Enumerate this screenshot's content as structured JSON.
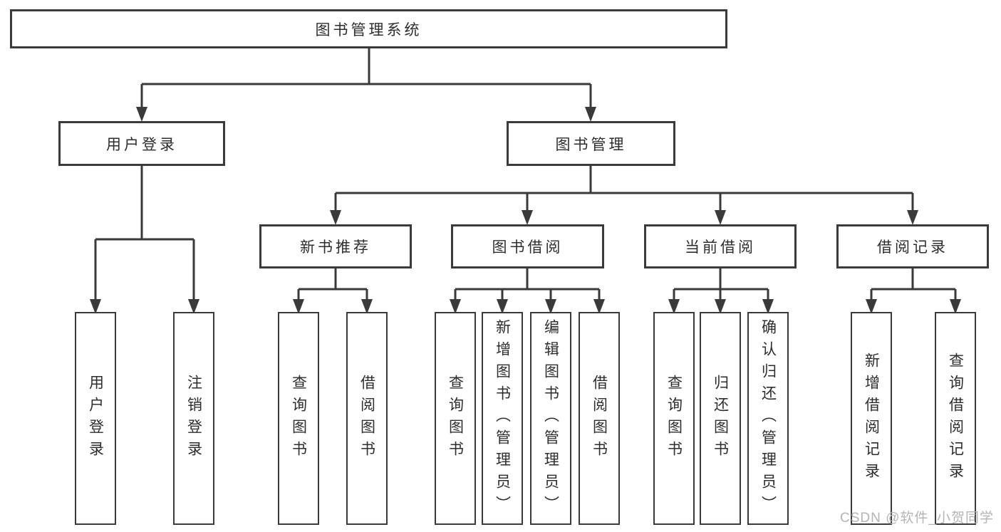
{
  "tree": {
    "root": "图书管理系统",
    "children": [
      {
        "label": "用户登录",
        "children": [
          "用户登录",
          "注销登录"
        ]
      },
      {
        "label": "图书管理",
        "children": [
          {
            "label": "新书推荐",
            "children": [
              "查询图书",
              "借阅图书"
            ]
          },
          {
            "label": "图书借阅",
            "children": [
              "查询图书",
              "新增图书（管理员）",
              "编辑图书（管理员）",
              "借阅图书"
            ]
          },
          {
            "label": "当前借阅",
            "children": [
              "查询图书",
              "归还图书",
              "确认归还（管理员）"
            ]
          },
          {
            "label": "借阅记录",
            "children": [
              "新增借阅记录",
              "查询借阅记录"
            ]
          }
        ]
      }
    ]
  },
  "watermark": "CSDN @软件_小贺同学",
  "colors": {
    "line": "#3a3a3a",
    "text": "#2d2d2d",
    "watermark": "#b4b4b4",
    "box_bg": "#ffffff",
    "page_bg": "#ffffff"
  }
}
